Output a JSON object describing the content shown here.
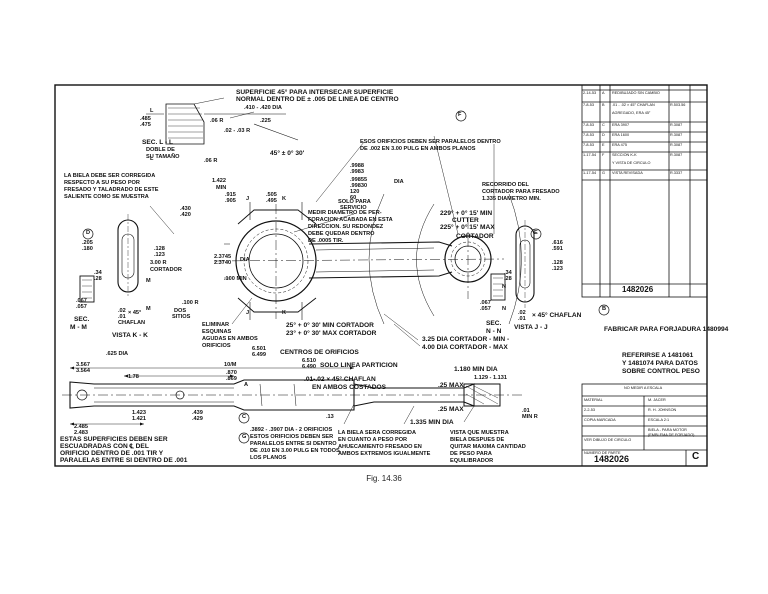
{
  "drawing_number": "1482026",
  "size_letter": "C",
  "caption": "Fig. 14.36",
  "revisions": [
    {
      "date": "2-14-53",
      "letter": "A",
      "text": "REDIBUJADO SIN CAMBIO"
    },
    {
      "date": "7-8-53",
      "letter": "B",
      "text": ".01 - .02 × 45° CHAFLAN",
      "ref": "R.503.56"
    },
    {
      "date": "",
      "letter": "",
      "text": "AGREGADO, ERA 45°",
      "ref": ""
    },
    {
      "date": "7-8-53",
      "letter": "C",
      "text": "ERA 3907",
      "ref": "R.3087"
    },
    {
      "date": "7-8-53",
      "letter": "D",
      "text": "ERA 1600",
      "ref": "R.3087"
    },
    {
      "date": "7-8-53",
      "letter": "E",
      "text": "ERA 475",
      "ref": "R.3087"
    },
    {
      "date": "1-17-54",
      "letter": "F",
      "text": "SECCION K-K",
      "ref": "R.3087"
    },
    {
      "date": "",
      "letter": "",
      "text": "Y VISTA DE CIRCULO",
      "ref": ""
    },
    {
      "date": "1-17-54",
      "letter": "G",
      "text": "VISTA REVISADA",
      "ref": "R.3337"
    }
  ],
  "title_block": {
    "heading": "NO MEDIR A ESCALA",
    "drawn_by": "M. JACER",
    "checked_by": "R. H. JOHNSON",
    "date": "2-2-53",
    "material": "MATERIAL",
    "part_name": "BIELA - PARA MOTOR",
    "part_sub": "(EMBLEMA DE FORJADO)",
    "scale": "ESCALA 2:1",
    "company": "VER DIBUJO DE CIRCULO",
    "number_label": "NUMERO DE PARTE",
    "copy_mark": "COPIA MARCADA"
  },
  "callouts": {
    "sup45": "SUPERFICIE 45° PARA INTERSECAR SUPERFICIE",
    "sup45b": "NORMAL DENTRO DE ± .005 DE LINEA DE CENTRO",
    "dim410": ".410 - .420 DIA",
    "dim485": ".485",
    "dim475": ".475",
    "dim06r": ".06 R",
    "dim225": ".225",
    "dim0203r": ".02 - .03 R",
    "secll": "SEC. L - L",
    "doble": "DOBLE DE",
    "sutam": "SU TAMAÑO",
    "dim06r2": ".06 R",
    "ang45": "45° ± 0° 30'",
    "biela1": "LA BIELA DEBE SER CORREGIDA",
    "biela2": "RESPECTO A SU PESO POR",
    "biela3": "FRESADO Y TALADRADO DE ESTE",
    "biela4": "SALIENTE COMO SE MUESTRA",
    "d1422": "1.422",
    "dmin": "MIN",
    "d915": ".915",
    "d905": ".905",
    "d505": ".505",
    "d495": ".495",
    "d430": ".430",
    "d420": ".420",
    "esos1": "ESOS ORIFICIOS DEBEN SER PARALELOS DENTRO",
    "esos2": "DE .002 EN 3.00 PULG EN AMBOS PLANOS",
    "d9988": ".9988",
    "d9983": ".9983",
    "ddia": "DIA",
    "d99855": ".99855",
    "d99830": ".99830",
    "solo": "SOLO PARA",
    "servicio": "SERVICIO",
    "d120": "120",
    "d60": "60",
    "recorrido1": "RECORRIDO DEL",
    "recorrido2": "CORTADOR PARA FRESADO",
    "recorrido3": "1.335 DIAMETRO MIN.",
    "medir1": "MEDIR DIAMETRO DE PER-",
    "medir2": "FORACION ACABADA EN ESTA",
    "medir3": "DIRECCION. SU REDONDEZ",
    "medir4": "DEBE QUEDAR DENTRO",
    "medir5": "DE .0005 TIR.",
    "cut1": "229° + 0° 15' MIN",
    "cut2": "CUTTER",
    "cut3": "225° + 0° 15' MAX",
    "cut4": "CORTADOR",
    "d205": ".205",
    "d180": ".180",
    "d128": ".128",
    "d123": ".123",
    "d300r": "3.00 R",
    "cortador": "CORTADOR",
    "d34": ".34",
    "d28": ".28",
    "d2375": "2.3745",
    "d2374": "2.3740",
    "dia": "DIA",
    "d100min": ".100 MIN",
    "d616": ".616",
    "d591": ".591",
    "d128b": ".128",
    "d123b": ".123",
    "d34b": ".34",
    "d28b": ".28",
    "d067": ".067",
    "d057": ".057",
    "d02": ".02",
    "d01": ".01",
    "x45": "× 45°",
    "chaflan": "CHAFLAN",
    "d100r": ".100 R",
    "dos": "DOS",
    "sitios": "SITIOS",
    "secmm": "SEC.",
    "mm": "M - M",
    "vistakk": "VISTA K - K",
    "eliminar1": "ELIMINAR",
    "eliminar2": "ESQUINAS",
    "eliminar3": "AGUDAS EN AMBOS",
    "eliminar4": "ORIFICIOS",
    "ang25": "25° + 0° 30' MIN CORTADOR",
    "ang23": "23° + 0° 30' MAX CORTADOR",
    "d067b": ".067",
    "d057b": ".057",
    "d02b": ".02",
    "d01b": ".01",
    "x45b": "× 45°  CHAFLAN",
    "secnn": "SEC.",
    "nn": "N - N",
    "vistajj": "VISTA J - J",
    "d325": "3.25 DIA CORTADOR - MIN -",
    "d400": "4.00 DIA CORTADOR - MAX",
    "fabricar": "FABRICAR PARA FORJADURA 1480994",
    "referirse1": "REFERIRSE A 1481061",
    "referirse2": "Y 1481074 PARA DATOS",
    "referirse3": "SOBRE CONTROL PESO",
    "d625": ".625 DIA",
    "d3567": "3.567",
    "d3564": "3.564",
    "d178": "1.78",
    "d10m": "10/M",
    "d870": ".870",
    "d869": ".869",
    "d6501": "6.501",
    "d6499": "6.499",
    "centros": "CENTROS DE ORIFICIOS",
    "d6510": "6.510",
    "d6490": "6.490",
    "solalinea": "SOLO LINEA PARTICION",
    "chaf2": ".01-.02 × 45° CHAFLAN",
    "chaf3": "EN AMBOS COSTADOS",
    "d1180": "1.180 MIN DIA",
    "d1129": "1.129 - 1.131",
    "d25max": ".25 MAX",
    "d25max2": ".25 MAX",
    "d1423": "1.423",
    "d1421": "1.421",
    "d439": ".439",
    "d429": ".429",
    "d13": ".13",
    "d1335": "1.335 MIN DIA",
    "d01minr": ".01",
    "minr": "MIN R",
    "d2485": "2.485",
    "d2483": "2.483",
    "estas1": "ESTAS SUPERFICIES DEBEN SER",
    "estas2": "ESCUADRADAS CON ℄ DEL",
    "estas3": "ORIFICIO DENTRO DE .001 TIR Y",
    "estas4": "PARALELAS ENTRE SI DENTRO DE .001",
    "d3892": ".3892 - .3907 DIA - 2 ORIFICIOS",
    "d3892b": "ESTOS ORIFICIOS DEBEN SER",
    "d3892c": "PARALELOS ENTRE SI DENTRO",
    "d3892d": "DE .010 EN 3.00 PULG EN TODOS",
    "d3892e": "LOS PLANOS",
    "labiela1": "LA BIELA SERA CORREGIDA",
    "labiela2": "EN CUANTO A PESO POR",
    "labiela3": "AHUECAMIENTO FRESADO EN",
    "labiela4": "AMBOS EXTREMOS IGUALMENTE",
    "vista1": "VISTA QUE MUESTRA",
    "vista2": "BIELA DESPUES DE",
    "vista3": "QUITAR MAXIMA CANTIDAD",
    "vista4": "DE PESO PARA",
    "vista5": "EQUILIBRADOR",
    "lblF": "F",
    "lblD": "D",
    "lblE": "E",
    "lblB": "B",
    "lblA": "A",
    "lblC": "C",
    "lblG": "G",
    "lblL1": "L",
    "lblL2": "L",
    "lblJ1": "J",
    "lblK1": "K",
    "lblJ2": "J",
    "lblK2": "K",
    "lblM1": "M",
    "lblM2": "M",
    "lblN1": "N",
    "lblN2": "N"
  }
}
